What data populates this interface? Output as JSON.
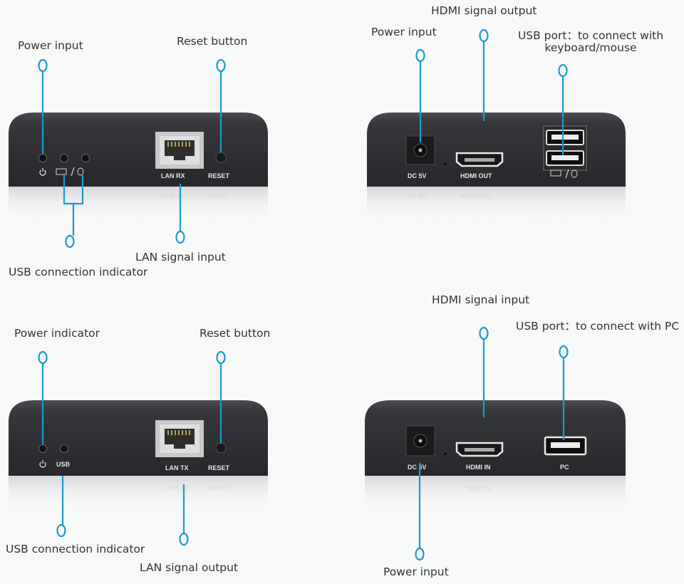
{
  "panels": {
    "receiver_front": {
      "callouts": {
        "power_input": "Power input",
        "reset_button": "Reset button",
        "usb_indicator": "USB connection indicator",
        "lan_signal_input": "LAN signal  input"
      },
      "labels": {
        "lan_port": "LAN RX",
        "reset": "RESET"
      }
    },
    "receiver_rear": {
      "callouts": {
        "power_input": "Power input",
        "hdmi_output": "HDMI signal output",
        "usb_port_line1": "USB port：to connect with",
        "usb_port_line2": "keyboard/mouse"
      },
      "labels": {
        "dc": "DC 5V",
        "hdmi": "HDMI OUT"
      }
    },
    "transmitter_front": {
      "callouts": {
        "power_indicator": "Power indicator",
        "reset_button": "Reset button",
        "usb_indicator": "USB connection  indicator",
        "lan_signal_output": "LAN signal output"
      },
      "labels": {
        "usb": "USB",
        "lan_port": "LAN TX",
        "reset": "RESET"
      }
    },
    "transmitter_rear": {
      "callouts": {
        "hdmi_input": "HDMI signal input",
        "usb_port_pc": "USB port：to connect with PC",
        "power_input": "Power input"
      },
      "labels": {
        "dc": "DC 5V",
        "hdmi": "HDMI IN",
        "pc": "PC"
      }
    }
  },
  "colors": {
    "leader_line": "#1b9ad0",
    "device_body": "#3c3e41",
    "device_face": "#2a2c2f",
    "background": "#f7f8f8"
  }
}
